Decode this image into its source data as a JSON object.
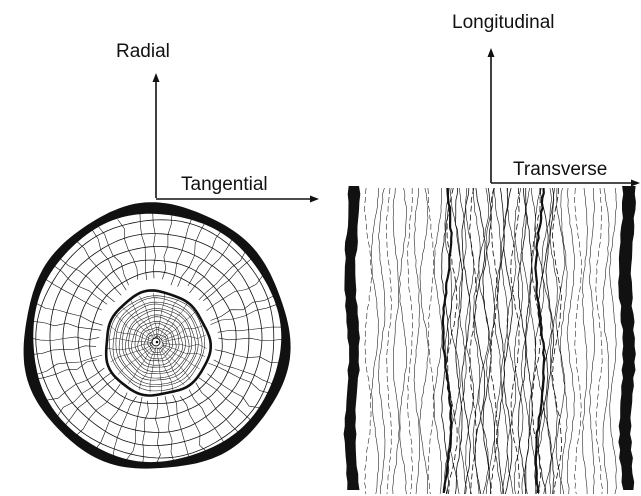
{
  "labels": {
    "radial": "Radial",
    "tangential": "Tangential",
    "longitudinal": "Longitudinal",
    "transverse": "Transverse"
  },
  "colors": {
    "ink": "#111111",
    "background": "#ffffff"
  }
}
